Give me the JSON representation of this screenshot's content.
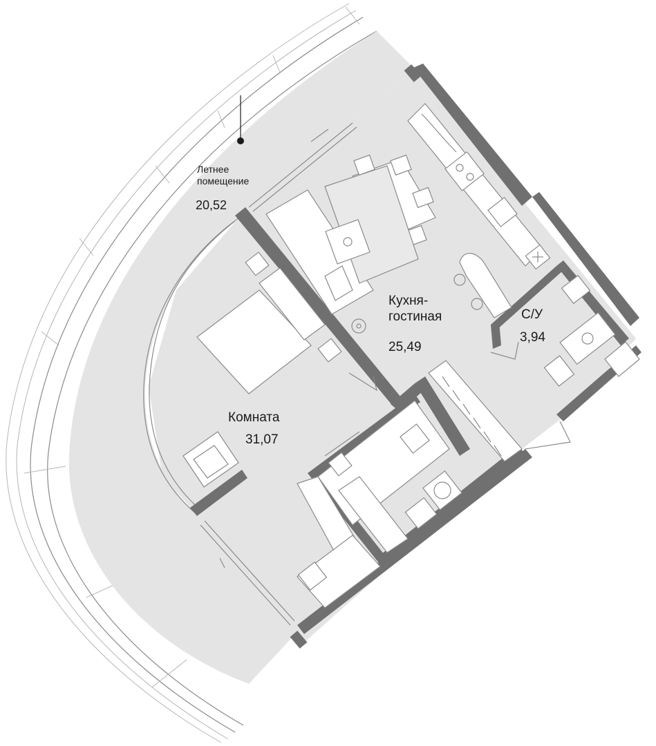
{
  "rooms": {
    "summer": {
      "name_line1": "Летнее",
      "name_line2": "помещение",
      "area": "20,52"
    },
    "kitchen": {
      "name_line1": "Кухня-",
      "name_line2": "гостиная",
      "area": "25,49"
    },
    "bathroom": {
      "name": "С/У",
      "area": "3,94"
    },
    "bedroom": {
      "name": "Комната",
      "area": "31,07"
    }
  },
  "colors": {
    "floor": "#e4e4e4",
    "wall": "#707070",
    "line": "#8a8a8a",
    "background": "#ffffff",
    "text": "#1a1a1a"
  }
}
